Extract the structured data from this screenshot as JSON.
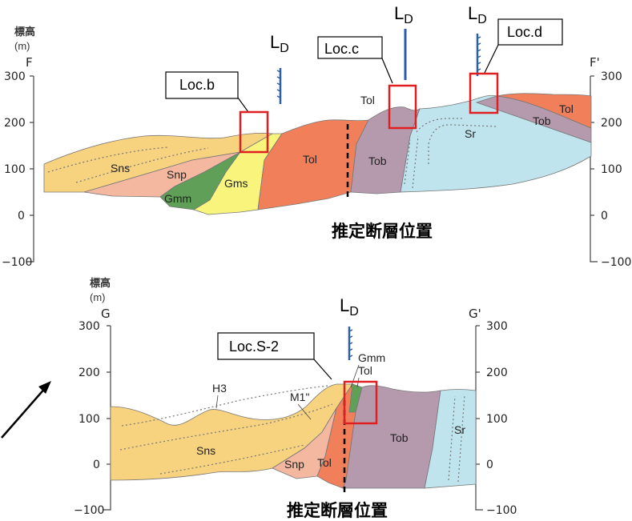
{
  "colors": {
    "Sns": "#f7d27f",
    "Snp": "#f4b8a1",
    "Gmm": "#5f9f57",
    "Gms": "#f9f57c",
    "Tol": "#f07f5a",
    "Tob": "#b59aae",
    "Sr": "#bfe4ee",
    "loc_box": "#e02020",
    "ld_line": "#2a5ea8",
    "fault_line": "#000000"
  },
  "top_section": {
    "axis_unit_title": "標高",
    "axis_unit": "(m)",
    "left_end": "F",
    "right_end": "F'",
    "y_ticks": [
      "300",
      "200",
      "100",
      "0",
      "−100"
    ],
    "units": [
      "Sns",
      "Snp",
      "Gmm",
      "Gms",
      "Tol",
      "Tob",
      "Sr",
      "Tol",
      "Tob"
    ],
    "locs": [
      "Loc.b",
      "Loc.c",
      "Loc.d"
    ],
    "ld_main": "L",
    "ld_sub": "D",
    "fault_label": "推定断層位置"
  },
  "bottom_section": {
    "axis_unit_title": "標高",
    "axis_unit": "(m)",
    "left_end": "G",
    "right_end": "G'",
    "y_ticks": [
      "300",
      "200",
      "100",
      "0",
      "−100"
    ],
    "units": [
      "Sns",
      "Snp",
      "Tol",
      "Tob",
      "Sr",
      "Gmm",
      "Tol"
    ],
    "features": [
      "H3",
      "M1\""
    ],
    "locs": [
      "Loc.S-2"
    ],
    "ld_main": "L",
    "ld_sub": "D",
    "fault_label": "推定断層位置"
  }
}
